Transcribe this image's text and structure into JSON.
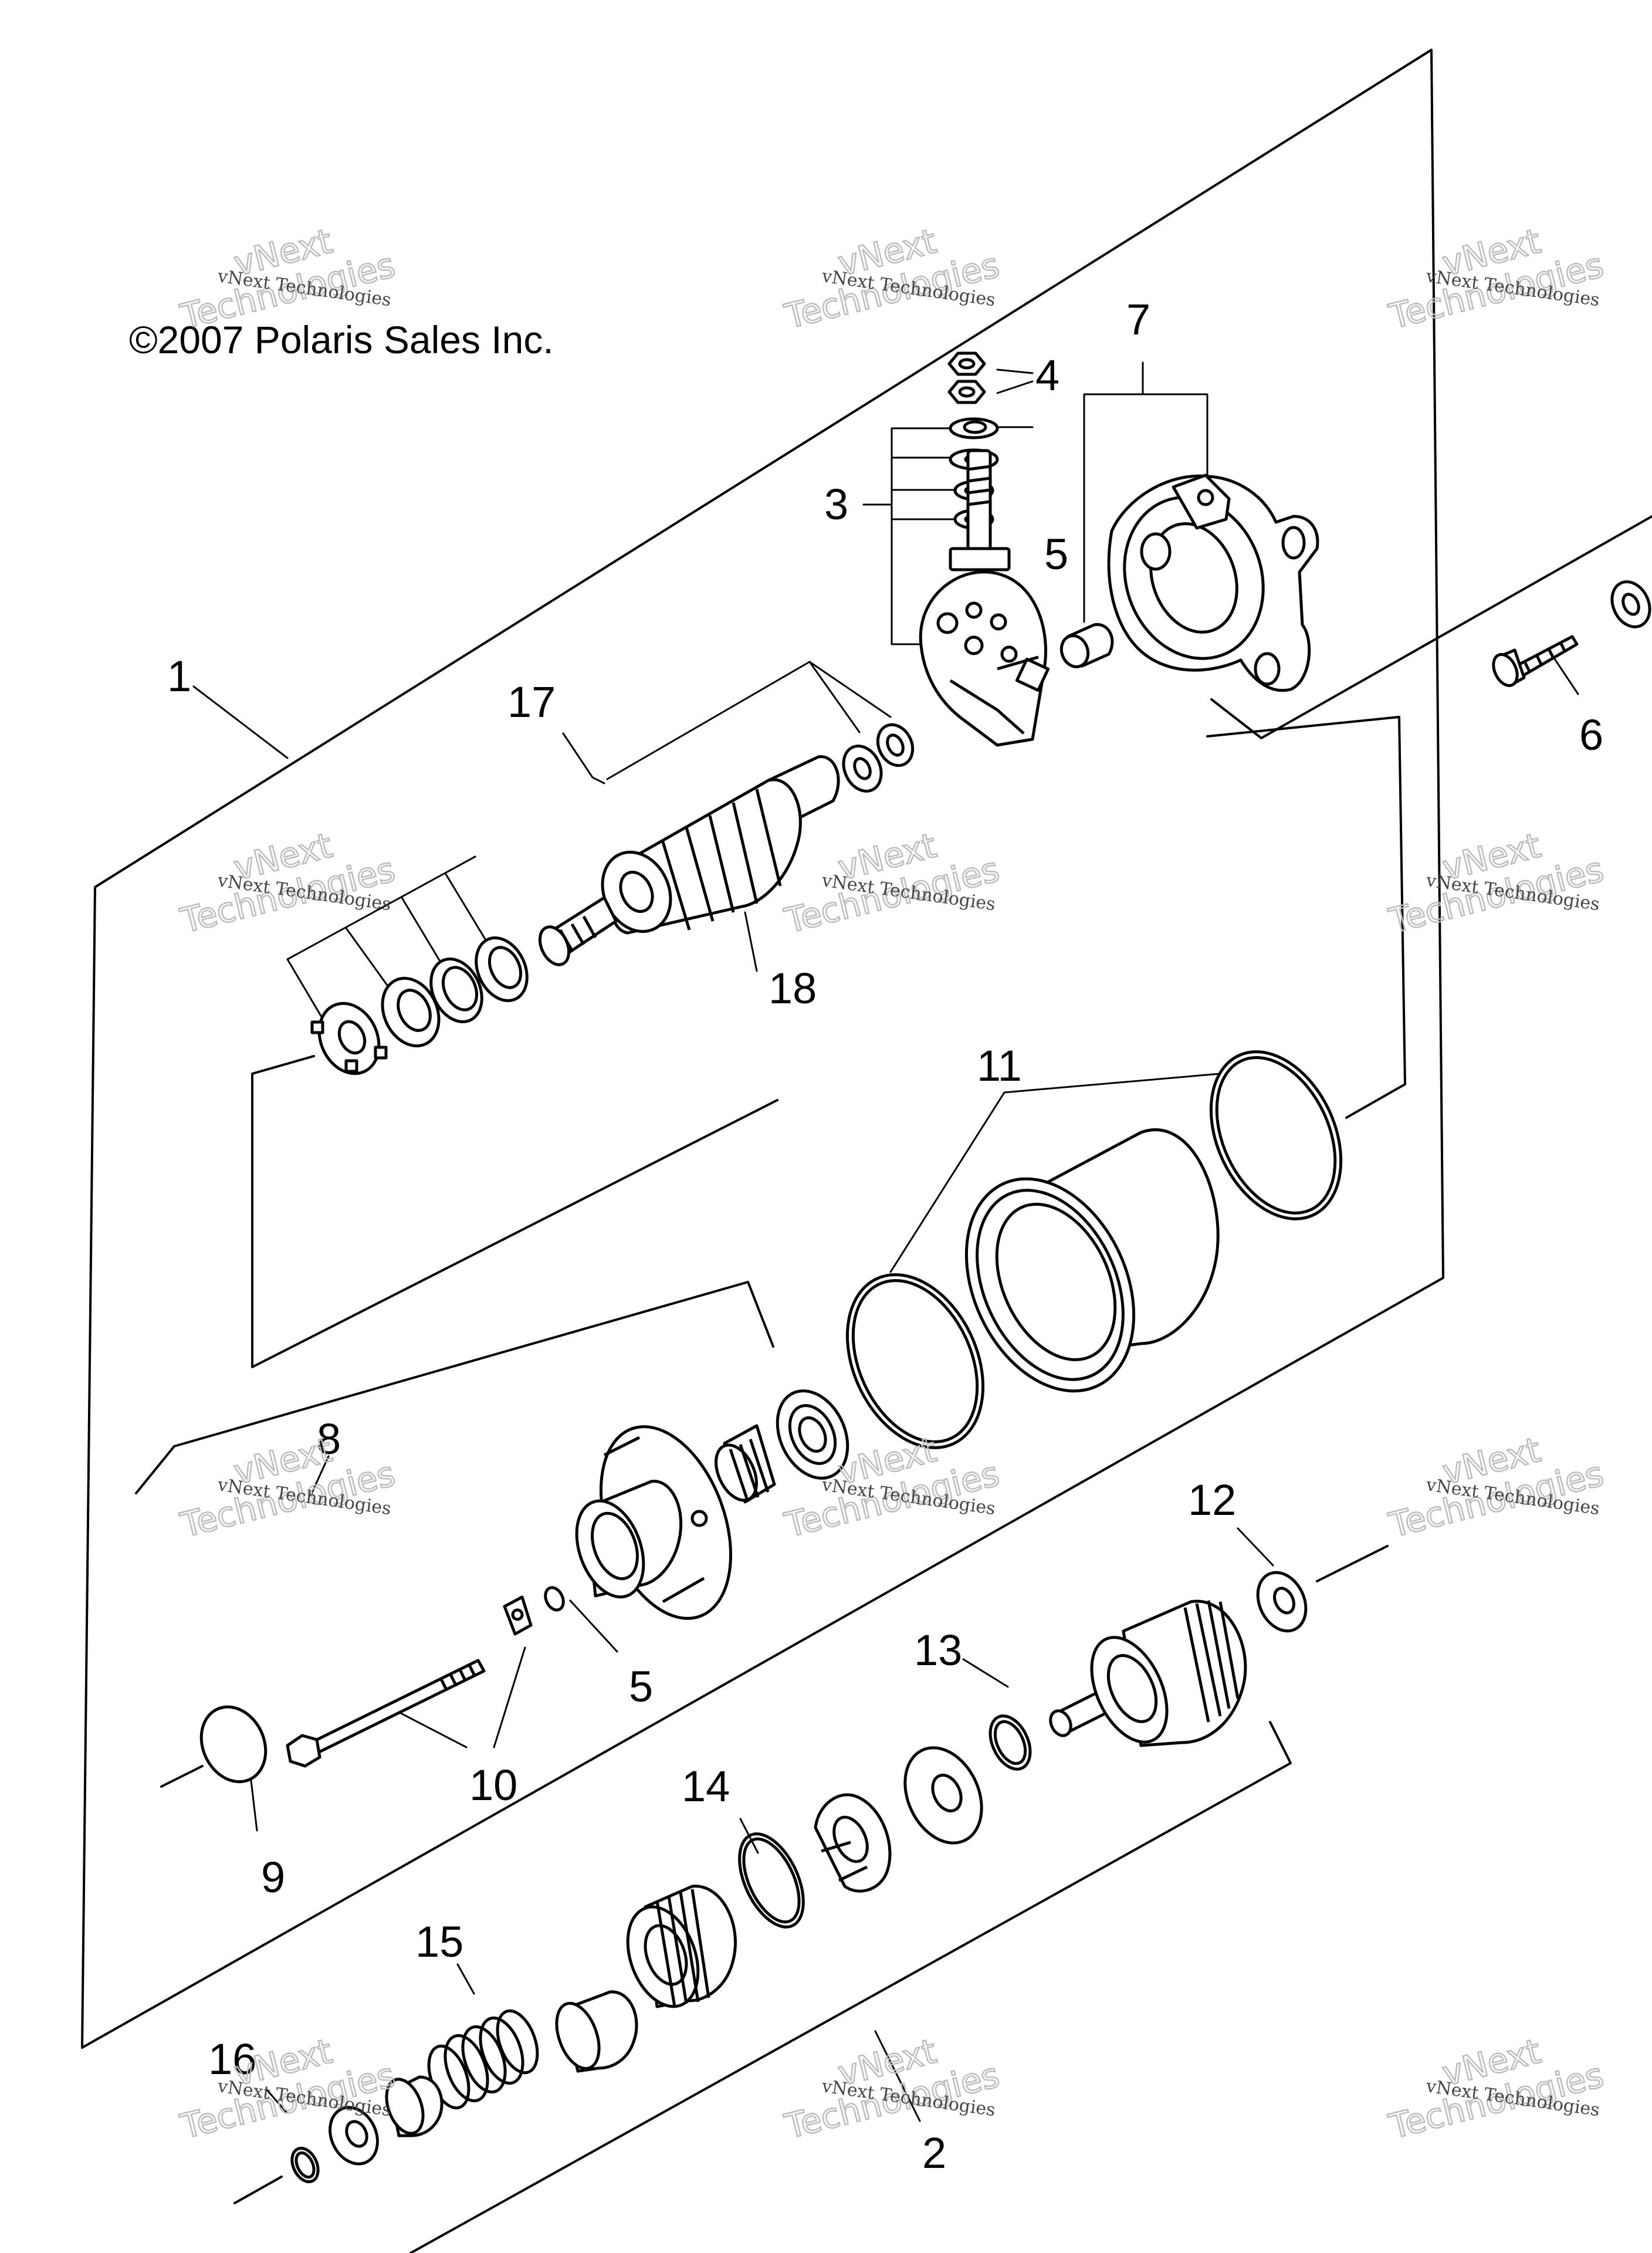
{
  "copyright": "©2007 Polaris Sales Inc.",
  "watermark": {
    "line1": "vNext Technologies",
    "line2": "vNext",
    "line3": "Technologies"
  },
  "callouts": {
    "c1": "1",
    "c2": "2",
    "c3": "3",
    "c4": "4",
    "c5a": "5",
    "c5b": "5",
    "c6": "6",
    "c7": "7",
    "c8": "8",
    "c9": "9",
    "c10": "10",
    "c11": "11",
    "c12": "12",
    "c13": "13",
    "c14": "14",
    "c15": "15",
    "c16": "16",
    "c17": "17",
    "c18": "18"
  }
}
